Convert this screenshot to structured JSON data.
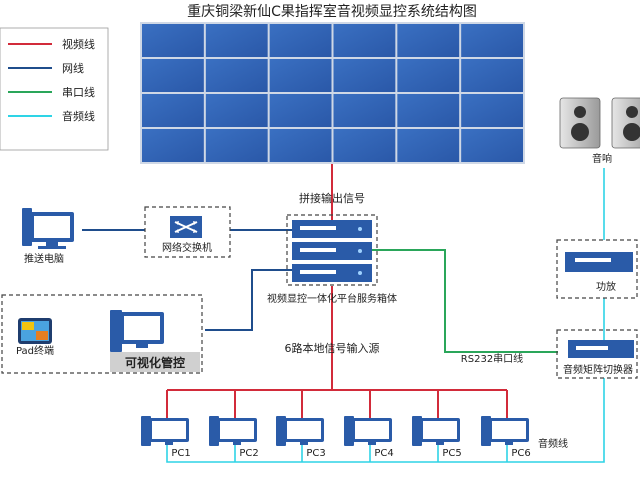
{
  "title": "重庆铜梁新仙C果指挥室音视频显控系统结构图",
  "legend": [
    {
      "label": "视频线",
      "color": "#d22b3a"
    },
    {
      "label": "网线",
      "color": "#1f4d8c"
    },
    {
      "label": "串口线",
      "color": "#2aa65a"
    },
    {
      "label": "音频线",
      "color": "#2ed4e6"
    }
  ],
  "colors": {
    "video_wall": "#2f63b5",
    "device_blue": "#2a5ba8",
    "text": "#222222"
  },
  "labels": {
    "splice_output": "拼接输出信号",
    "push_pc": "推送电脑",
    "network_switch": "网络交换机",
    "server_box": "视频显控一体化平台服务箱体",
    "pad": "Pad终端",
    "visual_control": "可视化管控",
    "local_inputs": "6路本地信号输入源",
    "rs232": "RS232串口线",
    "speaker": "音响",
    "amplifier": "功放",
    "audio_matrix": "音频矩阵切换器",
    "audio_line": "音频线"
  },
  "pcs": [
    "PC1",
    "PC2",
    "PC3",
    "PC4",
    "PC5",
    "PC6"
  ],
  "icons": {
    "switch": "switch-arrows-icon",
    "computer": "desktop-computer-icon",
    "tablet": "tablet-icon",
    "speaker": "speaker-icon",
    "server": "server-rack-icon"
  }
}
